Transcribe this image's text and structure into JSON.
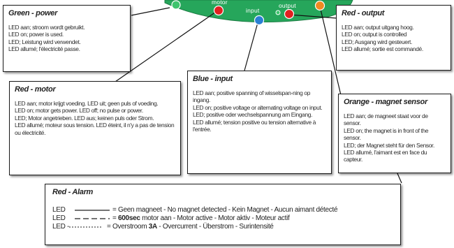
{
  "board": {
    "labels": {
      "motor": "motor",
      "input": "input",
      "output": "output"
    },
    "colors": {
      "board": "#26a65b",
      "board_dark": "#1b7d43",
      "red": "#e02020",
      "blue": "#2a7fd4",
      "orange": "#f08a20"
    }
  },
  "boxes": {
    "green_power": {
      "title": "Green - power",
      "text": "LED aan; stroom wordt gebruikt.\nLED on; power is used.\nLED; Leistung wird verwendet.\nLED allumé; l'électricité passe."
    },
    "red_output": {
      "title": "Red - output",
      "text": "LED aan; output uitgang hoog.\nLED on; output is controlled\nLED; Ausgang wird gesteuert.\nLED allumé; sortie est commandé."
    },
    "red_motor": {
      "title": "Red - motor",
      "text": "LED aan; motor krijgt voeding. LED uit; geen puls of voeding.\nLED on; motor gets power. LED off; no pulse or power.\nLED; Motor angetrieben. LED aus; keinen puls oder Strom.\nLED allumé; moteur sous tension. LED éteint, il n'y a pas de tension ou électricité."
    },
    "blue_input": {
      "title": "Blue - input",
      "text": "LED aan; positive spanning of wisselspan-ning op ingang.\nLED on; positive voltage or alternating voltage on input.\nLED; positive oder wechselspannung am Eingang.\nLED allumé; tension positive ou tension alternative à l'entrée."
    },
    "orange_magnet": {
      "title": "Orange - magnet sensor",
      "text": "LED aan; de magneet staat voor de sensor.\nLED on; the magnet is in front of the sensor.\nLED; der Magnet steht für den Sensor.\nLED allumé, l'aimant est en face du capteur."
    },
    "red_alarm": {
      "title": "Red - Alarm",
      "lines": [
        {
          "led": "LED",
          "eq": "= ",
          "bold": "",
          "rest": "Geen magneet - No magnet detected - Kein Magnet - Aucun aimant détecté"
        },
        {
          "led": "LED",
          "eq": "= ",
          "bold": "600sec",
          "rest": " motor aan - Motor active - Motor aktiv - Moteur actif"
        },
        {
          "led": "LED -",
          "eq": "= Overstroom ",
          "bold": "3A",
          "rest": " - Overcurrent - Überstrom - Surintensité"
        }
      ]
    }
  }
}
